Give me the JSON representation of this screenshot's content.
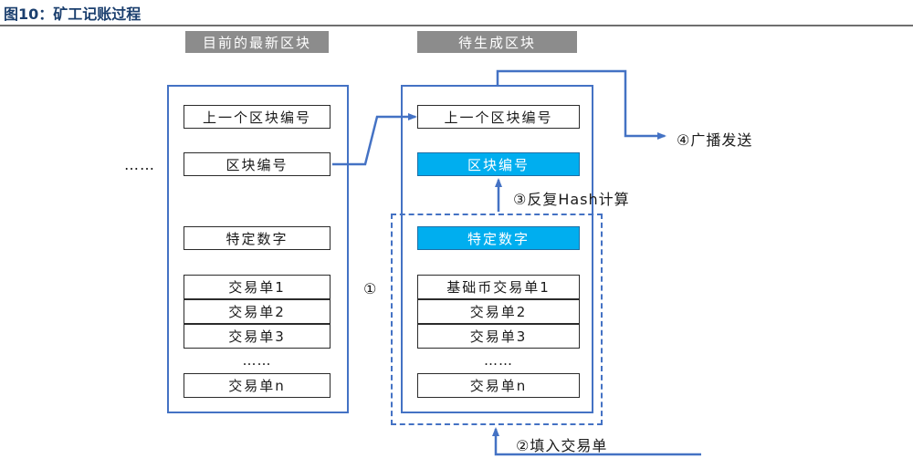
{
  "figure_title": "图10：矿工记账过程",
  "current_block": {
    "header": "目前的最新区块",
    "fields": {
      "prev_hash": "上一个区块编号",
      "block_id": "区块编号",
      "nonce": "特定数字"
    },
    "transactions": [
      "交易单1",
      "交易单2",
      "交易单3",
      "……",
      "交易单n"
    ]
  },
  "pending_block": {
    "header": "待生成区块",
    "fields": {
      "prev_hash": "上一个区块编号",
      "block_id": "区块编号",
      "nonce": "特定数字"
    },
    "transactions": [
      "基础币交易单1",
      "交易单2",
      "交易单3",
      "……",
      "交易单n"
    ]
  },
  "left_ellipsis": "……",
  "steps": {
    "step1": "①",
    "step2": "②填入交易单",
    "step3": "③反复Hash计算",
    "step4": "④广播发送"
  },
  "colors": {
    "title": "#1b3f6e",
    "container_border": "#4472c4",
    "highlight_fill": "#00aeef",
    "header_fill": "#8c8c8c"
  }
}
